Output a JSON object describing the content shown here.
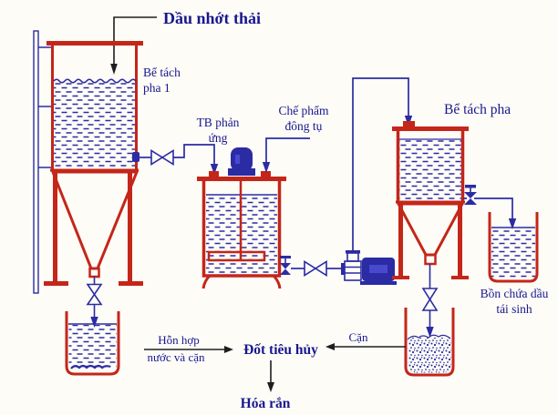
{
  "title": "Dầu nhớt thải",
  "labels": {
    "tank1_l1": "Bể tách",
    "tank1_l2": "pha 1",
    "reactor_l1": "TB phản",
    "reactor_l2": "ứng",
    "coagulant_l1": "Chế phẩm",
    "coagulant_l2": "đông tụ",
    "tank2": "Bể tách pha",
    "oil_tank_l1": "Bồn chứa dầu",
    "oil_tank_l2": "tái sinh",
    "mixture_l1": "Hỗn hợp",
    "mixture_l2": "nước và cặn",
    "incineration": "Đốt tiêu hủy",
    "residue": "Cặn",
    "solidification": "Hóa rắn"
  },
  "colors": {
    "equipment_red": "#c42619",
    "pipe_navy": "#2b2ba4",
    "text_navy": "#17178f",
    "arrow_black": "#1e1e1e",
    "motor_highlight": "#4949cf",
    "background": "#fdfcf7"
  }
}
